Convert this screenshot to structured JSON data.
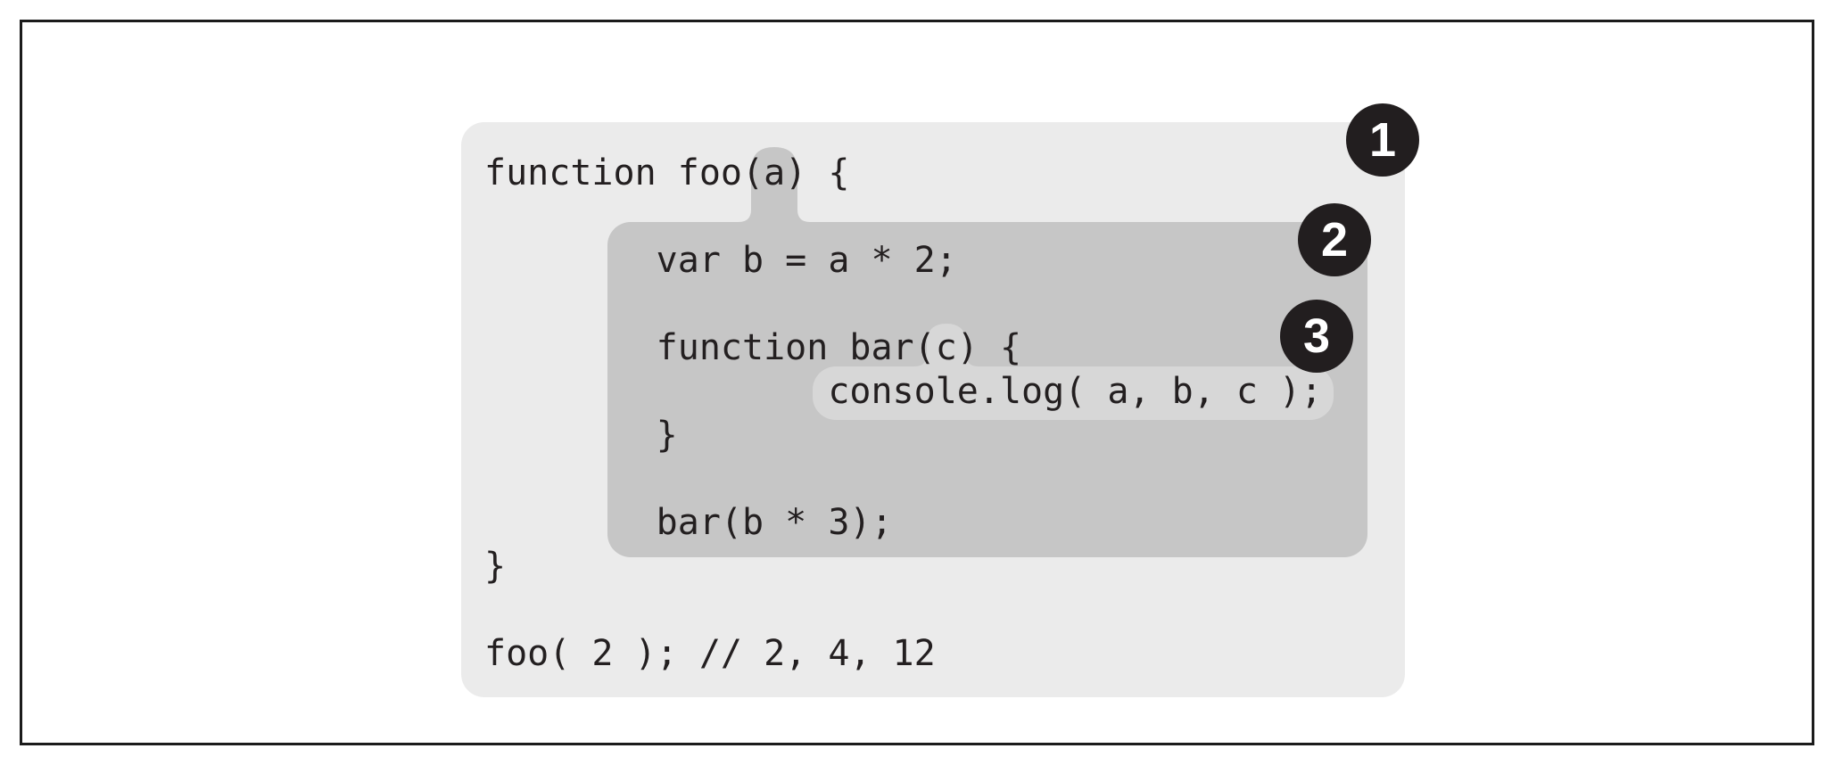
{
  "figure": {
    "description_label": "nested-scope-bubbles-diagram",
    "code": {
      "lines": [
        {
          "text": "function foo(a) {"
        },
        {
          "text": ""
        },
        {
          "text": "        var b = a * 2;"
        },
        {
          "text": ""
        },
        {
          "text": "        function bar(c) {"
        },
        {
          "text": "                console.log( a, b, c );"
        },
        {
          "text": "        }"
        },
        {
          "text": ""
        },
        {
          "text": "        bar(b * 3);"
        },
        {
          "text": "}"
        },
        {
          "text": ""
        },
        {
          "text": "foo( 2 ); // 2, 4, 12"
        }
      ]
    },
    "markers": [
      {
        "label": "1"
      },
      {
        "label": "2"
      },
      {
        "label": "3"
      }
    ],
    "colors": {
      "scope1": "#ebebeb",
      "scope2": "#c6c6c6",
      "scope3": "#d7d7d7",
      "marker": "#221e1f",
      "text": "#231f20",
      "frame_border": "#1b1b1b"
    }
  }
}
